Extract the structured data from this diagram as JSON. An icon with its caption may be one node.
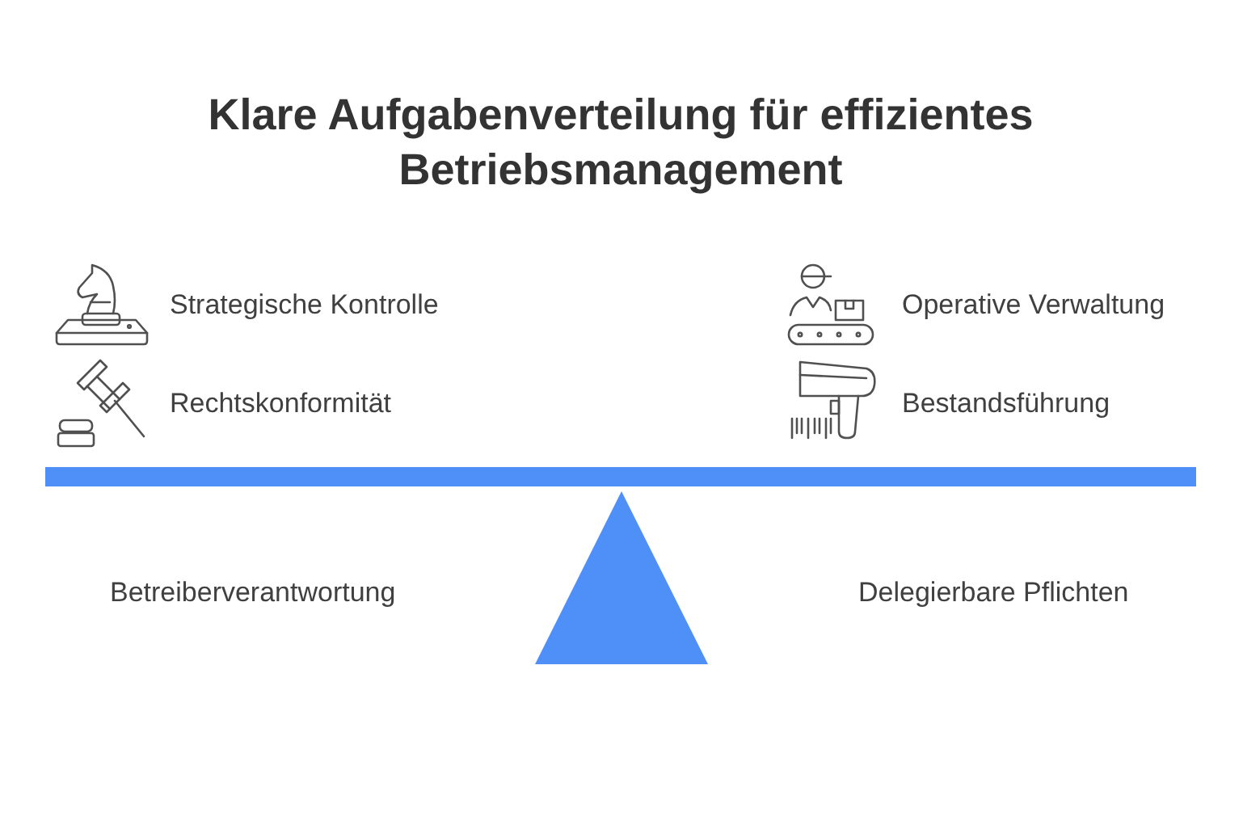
{
  "diagram": {
    "title": "Klare Aufgabenverteilung für effizientes Betriebsmanagement",
    "nodes": [
      {
        "text": [],
        "shape": "bar"
      },
      {
        "text": [],
        "shape": "triangle"
      }
    ],
    "labels": [
      "Strategische Kontrolle",
      "Operative Verwaltung",
      "Rechtskonformität",
      "Bestandsführung",
      "Betreiberverantwortung",
      "Delegierbare Pflichten"
    ]
  }
}
